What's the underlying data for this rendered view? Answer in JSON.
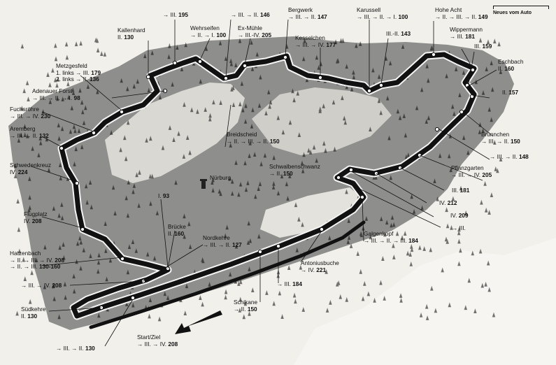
{
  "legend": {
    "scale_caption": "Neues vom Auto"
  },
  "track": {
    "color": "#111111"
  },
  "sectors": [
    {
      "id": "kallenhard",
      "name": "Kallenhard",
      "lines": [
        [
          "II.",
          "130"
        ]
      ]
    },
    {
      "id": "top195",
      "name": "",
      "lines": [
        [
          "→ III.",
          "195"
        ]
      ]
    },
    {
      "id": "wehrseifen",
      "name": "Wehrseifen",
      "lines": [
        [
          "→ II. → I.",
          "100"
        ]
      ]
    },
    {
      "id": "top146",
      "name": "",
      "lines": [
        [
          "→ III. → II.",
          "146"
        ]
      ]
    },
    {
      "id": "exmuehle",
      "name": "Ex-Mühle",
      "lines": [
        [
          "→ III.-IV.",
          "205"
        ]
      ]
    },
    {
      "id": "bergwerk",
      "name": "Bergwerk",
      "lines": [
        [
          "→ III. → II.",
          "147"
        ]
      ]
    },
    {
      "id": "karussell",
      "name": "Karussell",
      "lines": [
        [
          "→ III. → II. → I.",
          "100"
        ]
      ]
    },
    {
      "id": "hoheacht",
      "name": "Hohe Acht",
      "lines": [
        [
          "→ II. → III. → II.",
          "149"
        ]
      ]
    },
    {
      "id": "kesselchen",
      "name": "Kesselchen",
      "lines": [
        [
          "→ III. → IV.",
          "177"
        ]
      ]
    },
    {
      "id": "c143",
      "name": "",
      "lines": [
        [
          "III.-II.",
          "143"
        ]
      ]
    },
    {
      "id": "wippermann",
      "name": "Wippermann",
      "lines": [
        [
          "→ III.",
          "181"
        ]
      ]
    },
    {
      "id": "c159",
      "name": "",
      "lines": [
        [
          "III.",
          "159"
        ]
      ]
    },
    {
      "id": "metzgesfeld",
      "name": "Metzgesfeld",
      "lines": [
        [
          "1. links → III.",
          "179"
        ],
        [
          "2. links → II.",
          "136"
        ]
      ]
    },
    {
      "id": "eschbach",
      "name": "Eschbach",
      "lines": [
        [
          "II.",
          "160"
        ]
      ]
    },
    {
      "id": "adenauer",
      "name": "Adenauer Forst",
      "lines": [
        [
          "→ III. → II. → I.",
          "98"
        ]
      ]
    },
    {
      "id": "c157",
      "name": "",
      "lines": [
        [
          "II.",
          "157"
        ]
      ]
    },
    {
      "id": "fuchsroehre",
      "name": "Fuchsröhre",
      "lines": [
        [
          "→ III. → IV.",
          "230"
        ]
      ]
    },
    {
      "id": "breidscheid",
      "name": "Breidscheid",
      "lines": [
        [
          "→ II. → III. → II.",
          "150"
        ]
      ]
    },
    {
      "id": "bruennchen",
      "name": "Brünnchen",
      "lines": [
        [
          "→ III. → II.",
          "150"
        ]
      ]
    },
    {
      "id": "aremberg",
      "name": "Aremberg",
      "lines": [
        [
          "→ III. → II.",
          "132"
        ]
      ]
    },
    {
      "id": "c148",
      "name": "",
      "lines": [
        [
          "→ III. → II.",
          "148"
        ]
      ]
    },
    {
      "id": "schwedenkreuz",
      "name": "Schwedenkreuz",
      "lines": [
        [
          "IV.",
          "224"
        ]
      ]
    },
    {
      "id": "schwalbenschwanz",
      "name": "Schwalbenschwanz",
      "lines": [
        [
          "→ II.",
          "150"
        ]
      ]
    },
    {
      "id": "pflanzgarten",
      "name": "Pflanzgarten",
      "lines": [
        [
          "→ III. → IV.",
          "205"
        ]
      ]
    },
    {
      "id": "nurburg",
      "name": "Nürburg",
      "lines": []
    },
    {
      "id": "c181",
      "name": "",
      "lines": [
        [
          "III.",
          "181"
        ]
      ]
    },
    {
      "id": "c212",
      "name": "",
      "lines": [
        [
          "IV.",
          "212"
        ]
      ]
    },
    {
      "id": "flugplatz",
      "name": "Flugplatz",
      "lines": [
        [
          "IV.",
          "208"
        ]
      ]
    },
    {
      "id": "c93",
      "name": "",
      "lines": [
        [
          "I.",
          "93"
        ]
      ]
    },
    {
      "id": "c209",
      "name": "",
      "lines": [
        [
          "IV.",
          "209"
        ]
      ]
    },
    {
      "id": "bruecke",
      "name": "Brücke",
      "lines": [
        [
          "II.",
          "160"
        ]
      ]
    },
    {
      "id": "nordkehre",
      "name": "Nordkehre",
      "lines": [
        [
          "→ III. → II.",
          "127"
        ]
      ]
    },
    {
      "id": "c3",
      "name": "",
      "lines": [
        [
          "→ III.",
          ""
        ]
      ]
    },
    {
      "id": "galgenkopf",
      "name": "Galgenkopf",
      "lines": [
        [
          "→ III. → II. → III.",
          "184"
        ]
      ]
    },
    {
      "id": "hatzenbach",
      "name": "Hatzenbach",
      "lines": [
        [
          "→ II. → III. → IV.",
          "208"
        ],
        [
          "→ II. → III.",
          "130-160"
        ]
      ]
    },
    {
      "id": "antoniusbuche",
      "name": "Antoniusbuche",
      "lines": [
        [
          "→ IV.",
          "221"
        ]
      ]
    },
    {
      "id": "c208b",
      "name": "",
      "lines": [
        [
          "→ III. → IV.",
          "208"
        ]
      ]
    },
    {
      "id": "c184",
      "name": "",
      "lines": [
        [
          "→ III.",
          "184"
        ]
      ]
    },
    {
      "id": "schikane",
      "name": "Schikane",
      "lines": [
        [
          "→ II.",
          "150"
        ]
      ]
    },
    {
      "id": "suedkehre",
      "name": "Südkehre",
      "lines": [
        [
          "II.",
          "130"
        ]
      ]
    },
    {
      "id": "startziel",
      "name": "Start/Ziel",
      "lines": [
        [
          "→ III. → IV.",
          "208"
        ]
      ]
    },
    {
      "id": "c130b",
      "name": "",
      "lines": [
        [
          "→ III. → II.",
          "130"
        ]
      ]
    }
  ]
}
